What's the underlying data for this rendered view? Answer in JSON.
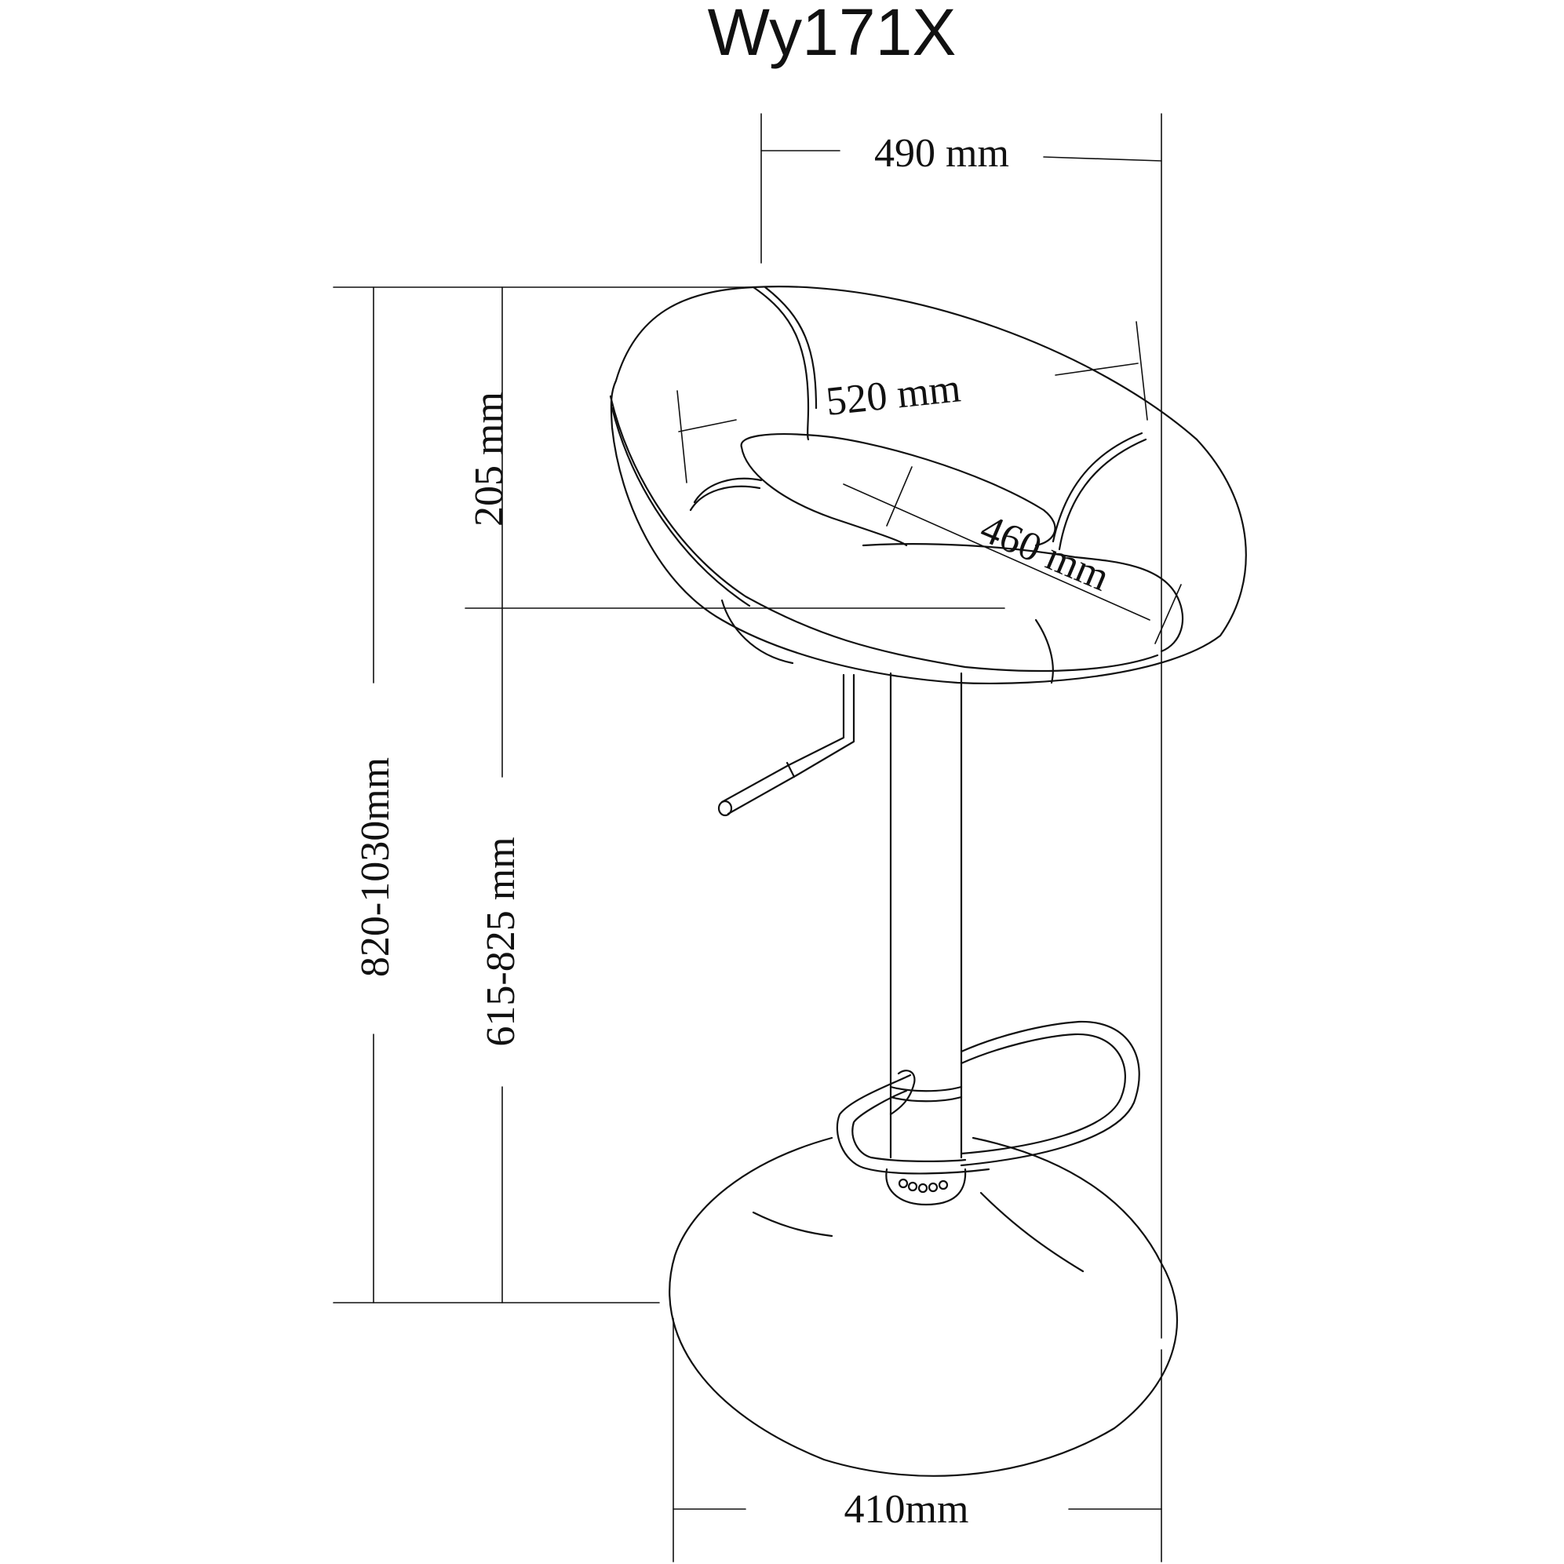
{
  "title": "Wy171X",
  "dimensions": {
    "width_top": "490 mm",
    "seat_width": "520 mm",
    "seat_depth": "460 mm",
    "backrest_height": "205 mm",
    "total_height": "820-1030mm",
    "seat_height": "615-825 mm",
    "base_diameter": "410mm"
  }
}
